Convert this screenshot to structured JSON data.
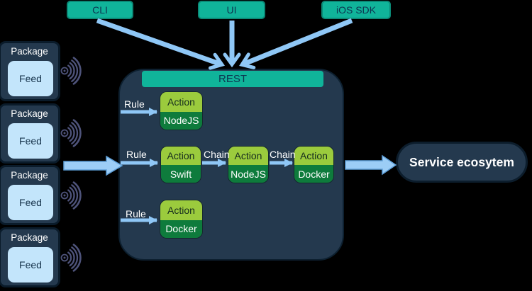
{
  "clients": [
    {
      "label": "CLI"
    },
    {
      "label": "UI"
    },
    {
      "label": "iOS SDK"
    }
  ],
  "rest_bar": {
    "label": "REST"
  },
  "package_feeds": [
    {
      "package_label": "Package",
      "feed_label": "Feed"
    },
    {
      "package_label": "Package",
      "feed_label": "Feed"
    },
    {
      "package_label": "Package",
      "feed_label": "Feed"
    },
    {
      "package_label": "Package",
      "feed_label": "Feed"
    }
  ],
  "workflow_rows": [
    {
      "rule_label": "Rule",
      "chain_labels": [],
      "actions": [
        {
          "title": "Action",
          "runtime": "NodeJS"
        }
      ]
    },
    {
      "rule_label": "Rule",
      "chain_labels": [
        "Chain",
        "Chain"
      ],
      "actions": [
        {
          "title": "Action",
          "runtime": "Swift"
        },
        {
          "title": "Action",
          "runtime": "NodeJS"
        },
        {
          "title": "Action",
          "runtime": "Docker"
        }
      ]
    },
    {
      "rule_label": "Rule",
      "chain_labels": [],
      "actions": [
        {
          "title": "Action",
          "runtime": "Docker"
        }
      ]
    }
  ],
  "service_ecosystem": {
    "label": "Service ecosytem"
  },
  "icons": {
    "signal": "signal-waves-icon"
  },
  "colors": {
    "teal": "#10B49A",
    "navy_panel": "#24394E",
    "light_green": "#9BCB3D",
    "dark_green": "#0E7B3C",
    "arrow_blue": "#8FC7F6",
    "feed_light_blue": "#C3E5FB",
    "signal_icon": "#4E537A"
  }
}
